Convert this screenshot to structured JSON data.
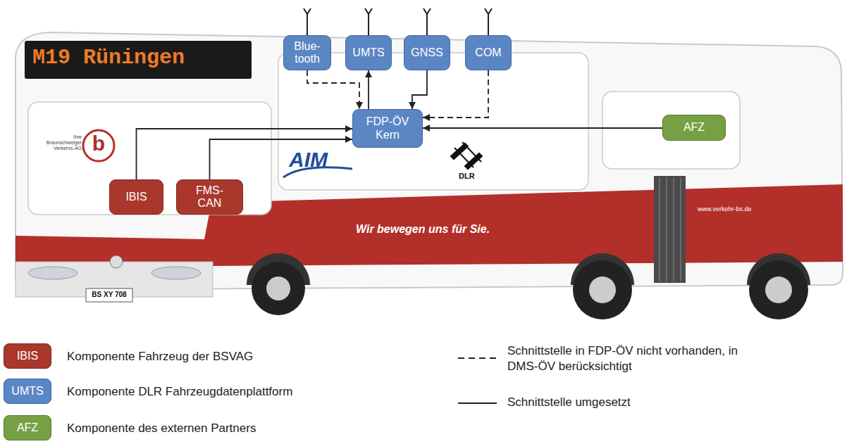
{
  "diagram": {
    "nodes": [
      {
        "text": [
          "Blue- tooth"
        ]
      },
      {
        "text": [
          "UMTS"
        ]
      },
      {
        "text": [
          "GNSS"
        ]
      },
      {
        "text": [
          "COM"
        ]
      },
      {
        "text": [
          "FDP-ÖV Kern"
        ]
      },
      {
        "text": [
          "IBIS"
        ]
      },
      {
        "text": [
          "FMS- CAN"
        ]
      },
      {
        "text": [
          "AFZ"
        ]
      }
    ],
    "edges": [
      {
        "from": 0,
        "to": 4,
        "arrow": "to"
      },
      {
        "from": 4,
        "to": 1,
        "arrow": "to"
      },
      {
        "from": 2,
        "to": 4,
        "arrow": "to"
      },
      {
        "from": 3,
        "to": 4,
        "arrow": "to"
      },
      {
        "from": 5,
        "to": 4,
        "arrow": "to"
      },
      {
        "from": 6,
        "to": 4,
        "arrow": "to"
      },
      {
        "from": 7,
        "to": 4,
        "arrow": "to"
      }
    ],
    "labels": [
      "M19 Rüningen",
      "Ihre Braunschweiger Verkehrs-AG",
      "b",
      "AIM",
      "DLR",
      "Wir bewegen uns für Sie.",
      "www.verkehr-bs.de",
      "BS XY 708",
      "IBIS",
      "UMTS",
      "AFZ"
    ],
    "legend": [
      {
        "text": "Komponente Fahrzeug der BSVAG",
        "color": "#a9372c"
      },
      {
        "text": "Komponente DLR Fahrzeugdatenplattform",
        "color": "#5a86c4"
      },
      {
        "text": "Komponente des externen Partners",
        "color": "#76a043"
      },
      {
        "text": "Schnittstelle in FDP-ÖV nicht vorhanden, in DMS-ÖV berücksichtigt"
      },
      {
        "text": "Schnittstelle umgesetzt"
      }
    ]
  }
}
